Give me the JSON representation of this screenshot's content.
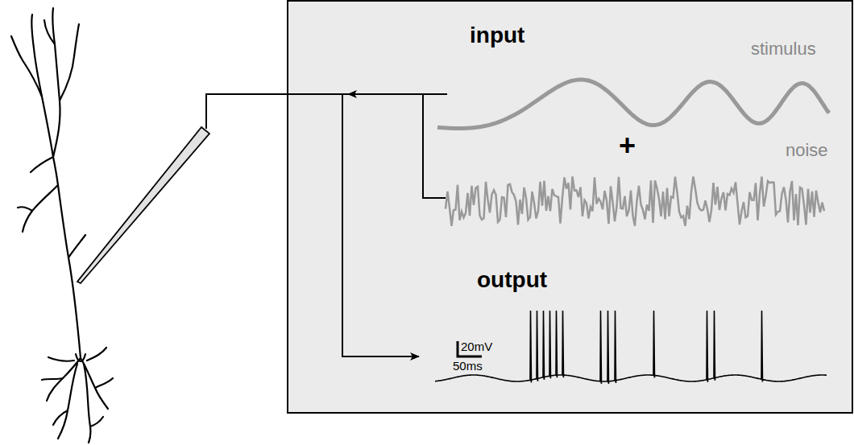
{
  "diagram": {
    "labels": [
      "input",
      "stimulus",
      "+",
      "noise",
      "output",
      "20mV",
      "50ms"
    ]
  }
}
